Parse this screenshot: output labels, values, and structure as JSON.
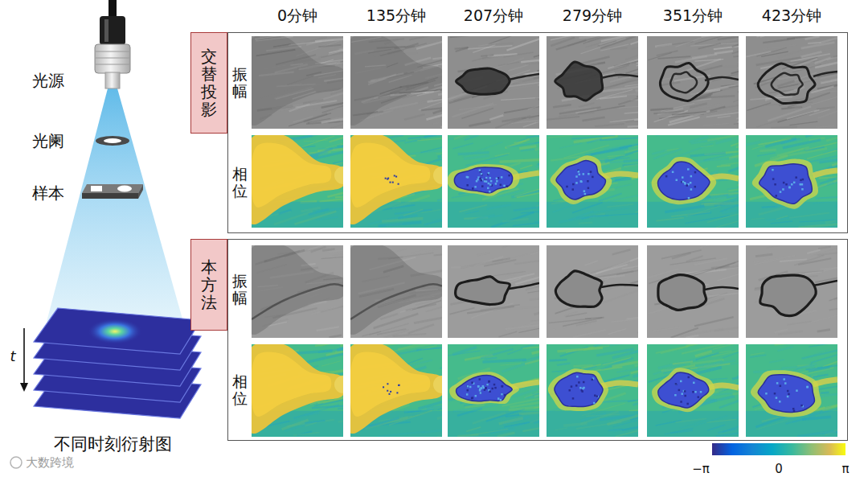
{
  "diagram": {
    "nodes": [
      {
        "text": [
          "交替投影"
        ]
      },
      {
        "text": [
          "振幅",
          "相位"
        ]
      },
      {
        "text": [
          "本方法"
        ]
      },
      {
        "text": [
          "振幅",
          "相位"
        ]
      }
    ],
    "labels": [
      "光源",
      "光阑",
      "样本",
      "t",
      "不同时刻衍射图",
      "0分钟",
      "135分钟",
      "207分钟",
      "279分钟",
      "351分钟",
      "423分钟",
      "−π",
      "0",
      "π",
      "大数跨境"
    ]
  }
}
